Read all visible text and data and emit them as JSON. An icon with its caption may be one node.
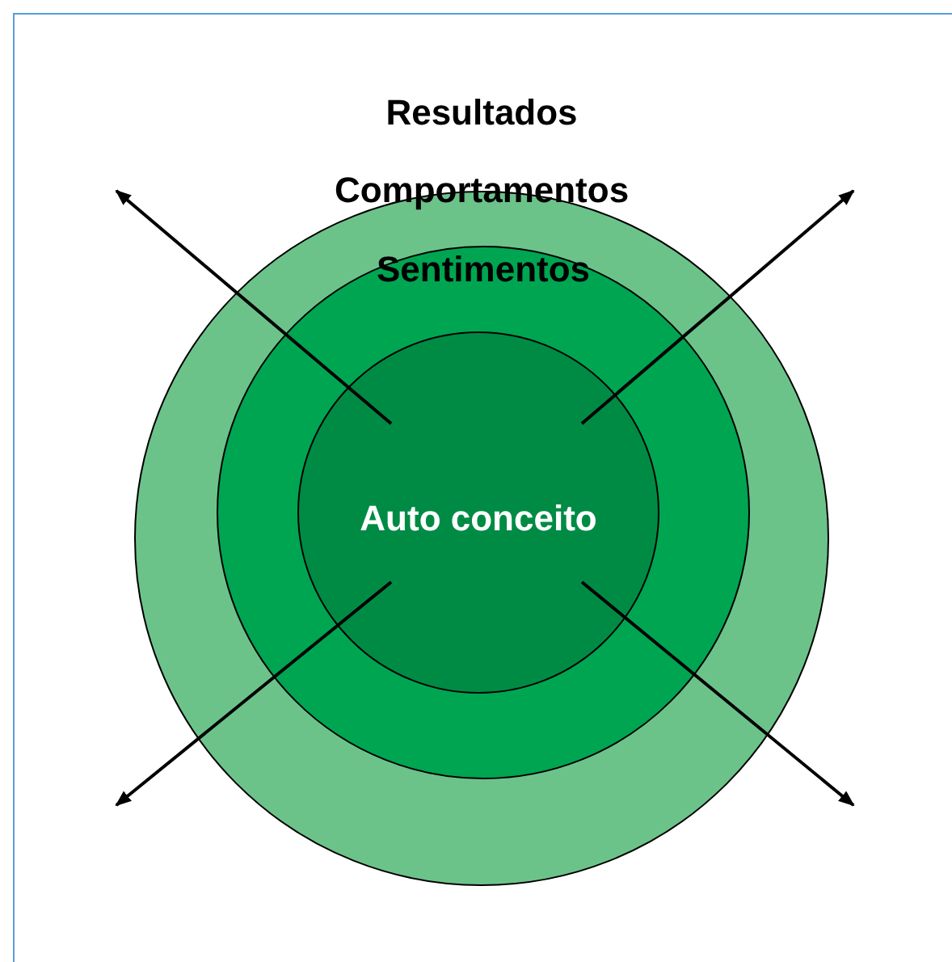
{
  "diagram": {
    "nodes": [
      {
        "text": [
          "Comportamentos"
        ]
      },
      {
        "text": [
          "Sentimentos"
        ],
        "in": 0
      },
      {
        "text": [
          "Auto conceito"
        ],
        "in": 1
      }
    ],
    "edges": [
      {
        "from": 2,
        "to": null,
        "arrow": "to"
      },
      {
        "from": 2,
        "to": null,
        "arrow": "to"
      },
      {
        "from": 2,
        "to": null,
        "arrow": "to"
      },
      {
        "from": 2,
        "to": null,
        "arrow": "to"
      }
    ],
    "labels": [
      "Resultados"
    ]
  }
}
